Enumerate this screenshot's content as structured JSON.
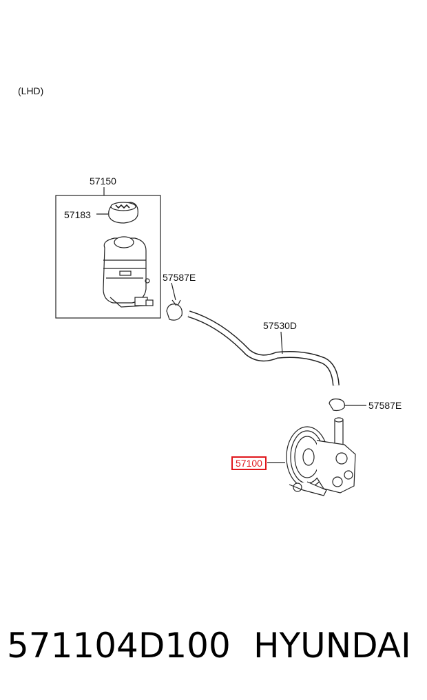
{
  "variant_label": "(LHD)",
  "callouts": {
    "reservoir_assembly": "57150",
    "cap": "57183",
    "clamp_upper": "57587E",
    "hose": "57530D",
    "clamp_lower": "57587E",
    "pump": "57100"
  },
  "colors": {
    "highlight": "#e0161b"
  },
  "footer": {
    "part_number": "571104D100",
    "brand": "HYUNDAI"
  }
}
